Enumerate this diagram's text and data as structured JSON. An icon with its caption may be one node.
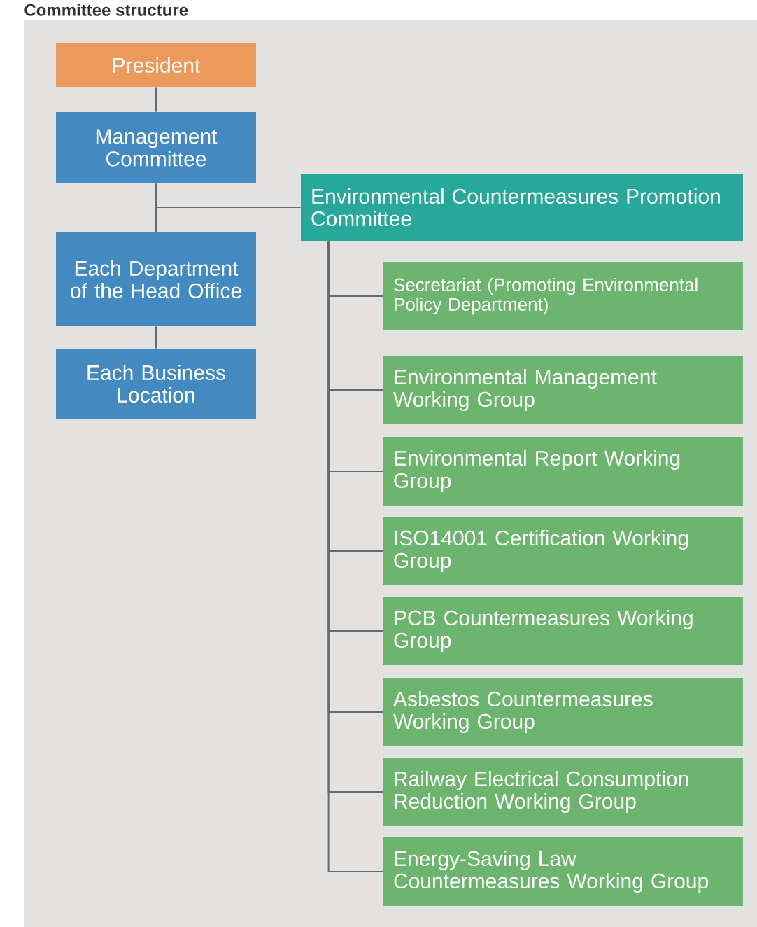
{
  "diagram": {
    "title": "Committee structure",
    "nodes": [
      {
        "text": [
          "President"
        ]
      },
      {
        "text": [
          "Management Committee"
        ]
      },
      {
        "text": [
          "Environmental Countermeasures Promotion Committee"
        ]
      },
      {
        "text": [
          "Each Department of the Head Office"
        ]
      },
      {
        "text": [
          "Each Business Location"
        ]
      },
      {
        "text": [
          "Secretariat (Promoting Environmental Policy Department)"
        ]
      },
      {
        "text": [
          "Environmental Management Working Group"
        ]
      },
      {
        "text": [
          "Environmental Report Working Group"
        ]
      },
      {
        "text": [
          "ISO14001 Certification Working Group"
        ]
      },
      {
        "text": [
          "PCB Countermeasures Working Group"
        ]
      },
      {
        "text": [
          "Asbestos Countermeasures Working Group"
        ]
      },
      {
        "text": [
          "Railway Electrical Consumption Reduction Working Group"
        ]
      },
      {
        "text": [
          "Energy-Saving Law Countermeasures Working Group"
        ]
      }
    ],
    "edges": [
      {
        "from": 0,
        "to": 1,
        "arrow": "none"
      },
      {
        "from": 1,
        "to": 3,
        "arrow": "none"
      },
      {
        "from": 1,
        "to": 2,
        "arrow": "none"
      },
      {
        "from": 3,
        "to": 4,
        "arrow": "none"
      },
      {
        "from": 2,
        "to": 5,
        "arrow": "none"
      },
      {
        "from": 2,
        "to": 6,
        "arrow": "none"
      },
      {
        "from": 2,
        "to": 7,
        "arrow": "none"
      },
      {
        "from": 2,
        "to": 8,
        "arrow": "none"
      },
      {
        "from": 2,
        "to": 9,
        "arrow": "none"
      },
      {
        "from": 2,
        "to": 10,
        "arrow": "none"
      },
      {
        "from": 2,
        "to": 11,
        "arrow": "none"
      },
      {
        "from": 2,
        "to": 12,
        "arrow": "none"
      }
    ]
  }
}
